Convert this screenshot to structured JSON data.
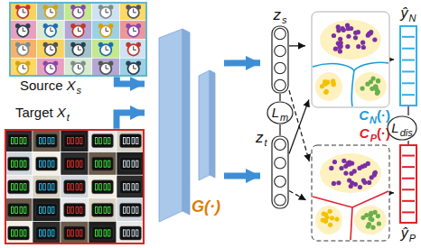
{
  "diagram": {
    "nodes": [
      {
        "text": [
          "Source",
          "X",
          "s"
        ]
      },
      {
        "text": [
          "Target",
          "X",
          "t"
        ]
      },
      {
        "text": [
          "G(·)"
        ]
      },
      {
        "text": [
          "z",
          "s"
        ]
      },
      {
        "text": [
          "L",
          "m"
        ]
      },
      {
        "text": [
          "z",
          "t"
        ]
      },
      {
        "text": [
          "C",
          "N",
          "(·)"
        ]
      },
      {
        "text": [
          "C",
          "P",
          "(·)"
        ]
      },
      {
        "text": [
          "ŷ",
          "N"
        ]
      },
      {
        "text": [
          "L",
          "dis"
        ]
      },
      {
        "text": [
          "ŷ",
          "P"
        ]
      }
    ],
    "edges": [
      {
        "from": 0,
        "to": 2,
        "arrow": "to"
      },
      {
        "from": 1,
        "to": 2,
        "arrow": "to"
      },
      {
        "from": 2,
        "to": 3,
        "arrow": "to"
      },
      {
        "from": 2,
        "to": 5,
        "arrow": "to"
      },
      {
        "from": 3,
        "to": 4,
        "arrow": "none"
      },
      {
        "from": 5,
        "to": 4,
        "arrow": "none"
      },
      {
        "from": 3,
        "to": 6,
        "arrow": "to"
      },
      {
        "from": 3,
        "to": 7,
        "arrow": "to"
      },
      {
        "from": 5,
        "to": 6,
        "arrow": "to"
      },
      {
        "from": 5,
        "to": 7,
        "arrow": "to"
      },
      {
        "from": 6,
        "to": 8,
        "arrow": "to"
      },
      {
        "from": 7,
        "to": 10,
        "arrow": "to"
      },
      {
        "from": 8,
        "to": 9,
        "arrow": "none"
      },
      {
        "from": 10,
        "to": 9,
        "arrow": "none"
      }
    ]
  }
}
